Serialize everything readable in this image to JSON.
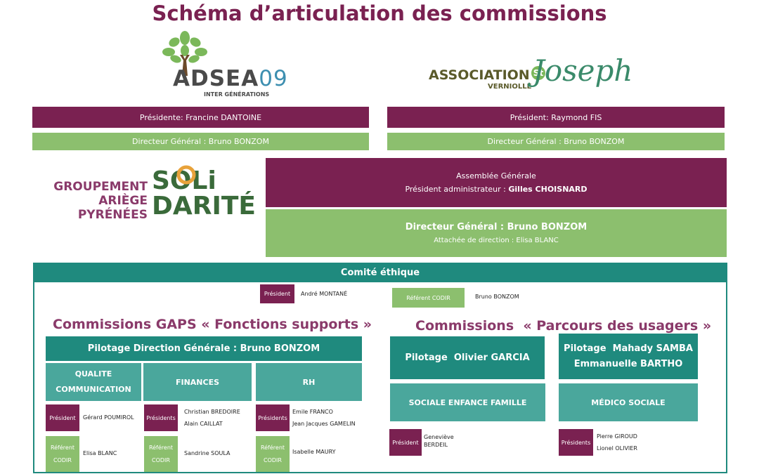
{
  "title": "Schéma d’articulation des commissions",
  "logos": {
    "adsea": {
      "main": "ADSEA",
      "num": "09",
      "sub": "INTER GÉNÉRATIONS"
    },
    "stjoseph": {
      "assoc": "ASSOCIATION",
      "vern": "VERNIOLLE",
      "st": "St",
      "joseph": "Joseph"
    },
    "gaps": {
      "l1": "GROUPEMENT",
      "l2": "ARIÈGE",
      "l3": "PYRÉNÉES",
      "soli": "SOLi",
      "darite": "DARITÉ"
    }
  },
  "top_left": {
    "president": "Présidente: Francine DANTOINE",
    "dg": "Directeur Général : Bruno BONZOM"
  },
  "top_right": {
    "president": "Président: Raymond FIS",
    "dg": "Directeur Général : Bruno BONZOM"
  },
  "assemblee": {
    "title": "Assemblée Générale",
    "pres_label": "Président administrateur : ",
    "pres_name": "Gilles CHOISNARD"
  },
  "direction": {
    "dg": "Directeur Général : Bruno BONZOM",
    "attachee": "Attachée de direction : Elisa BLANC"
  },
  "comite": {
    "title": "Comité éthique",
    "president_label": "Président",
    "president_name": "André MONTANÉ",
    "referent_label": "Référent CODIR",
    "referent_name": "Bruno BONZOM"
  },
  "gaps": {
    "heading": "Commissions GAPS « Fonctions supports »",
    "pilotage": "Pilotage Direction Générale : Bruno BONZOM",
    "columns": [
      {
        "title_1": "QUALITE",
        "title_2": "COMMUNICATION",
        "pres_label": "Président",
        "pres_1": "Gérard POUMIROL",
        "pres_2": "",
        "ref_1": "Référent",
        "ref_2": "CODIR",
        "ref_name": "Elisa BLANC"
      },
      {
        "title_1": "FINANCES",
        "title_2": "",
        "pres_label": "Présidents",
        "pres_1": "Christian BREDOIRE",
        "pres_2": "Alain CAILLAT",
        "ref_1": "Référent",
        "ref_2": "CODIR",
        "ref_name": "Sandrine SOULA"
      },
      {
        "title_1": "RH",
        "title_2": "",
        "pres_label": "Présidents",
        "pres_1": "Emile FRANCO",
        "pres_2": "Jean Jacques GAMELIN",
        "ref_1": "Référent",
        "ref_2": "CODIR",
        "ref_name": "Isabelle MAURY"
      }
    ]
  },
  "parcours": {
    "heading": "Commissions  « Parcours des usagers »",
    "left": {
      "pilotage": "Pilotage  Olivier GARCIA",
      "title": "SOCIALE ENFANCE FAMILLE",
      "pres_label": "Président",
      "pres_1": "Geneviève",
      "pres_2": "BERDEIL"
    },
    "right": {
      "pilotage_1": "Pilotage  Mahady SAMBA",
      "pilotage_2": "Emmanuelle BARTHO",
      "title": "MÉDICO SOCIALE",
      "pres_label": "Présidents",
      "pres_1": "Pierre GIROUD",
      "pres_2": "Lionel OLIVIER"
    }
  },
  "colors": {
    "plum": "#7a2151",
    "green": "#8cbf6e",
    "teal": "#1f8a7e",
    "teal_light": "#4aa79c"
  }
}
